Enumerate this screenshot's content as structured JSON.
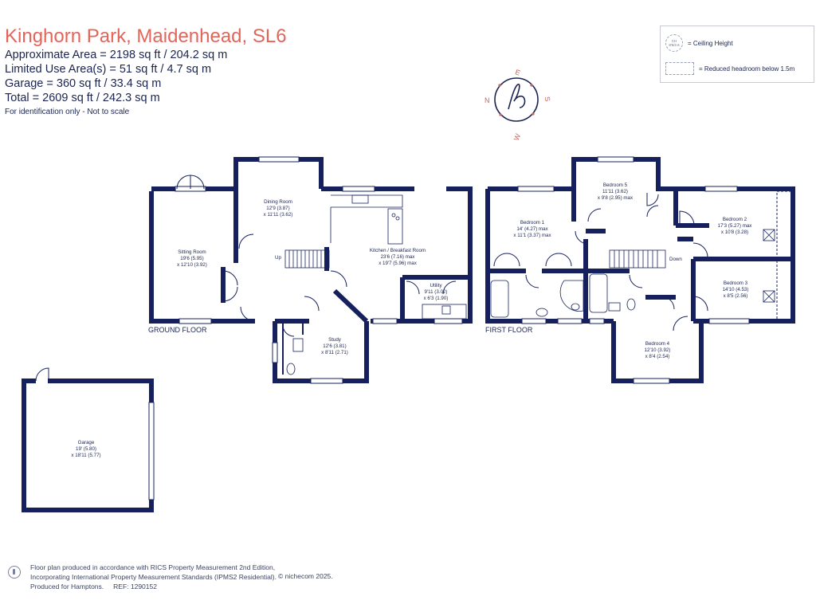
{
  "header": {
    "title": "Kinghorn Park, Maidenhead, SL6",
    "area_lines": [
      "Approximate Area = 2198 sq ft / 204.2 sq m",
      "Limited Use Area(s) = 51 sq ft / 4.7 sq m",
      "Garage = 360 sq ft / 33.4 sq m",
      "Total = 2609 sq ft / 242.3 sq m"
    ],
    "note": "For identification only - Not to scale"
  },
  "compass": {
    "n": "N",
    "e": "E",
    "s": "S",
    "w": "W"
  },
  "legend": {
    "ch_symbol_top": "CH",
    "ch_symbol_bottom": "8'5/2.6",
    "ceiling_height": "= Ceiling Height",
    "reduced_headroom": "= Reduced headroom below 1.5m"
  },
  "ground_floor": {
    "label": "GROUND FLOOR",
    "rooms": {
      "sitting": {
        "name": "Sitting Room",
        "d1": "19'6 (5.95)",
        "d2": "x 12'10 (3.92)"
      },
      "dining": {
        "name": "Dining Room",
        "d1": "12'9 (3.87)",
        "d2": "x 11'11 (3.62)"
      },
      "kitchen": {
        "name": "Kitchen / Breakfast Room",
        "d1": "23'6 (7.16) max",
        "d2": "x 19'7 (5.96) max"
      },
      "utility": {
        "name": "Utility",
        "d1": "9'11 (3.02)",
        "d2": "x 6'3 (1.90)"
      },
      "study": {
        "name": "Study",
        "d1": "12'6 (3.81)",
        "d2": "x 8'11 (2.71)"
      }
    },
    "stairs_label": "Up"
  },
  "first_floor": {
    "label": "FIRST FLOOR",
    "rooms": {
      "bed1": {
        "name": "Bedroom 1",
        "d1": "14' (4.27) max",
        "d2": "x 11'1 (3.37) max"
      },
      "bed5": {
        "name": "Bedroom 5",
        "d1": "11'11 (3.62)",
        "d2": "x 9'8 (2.95) max"
      },
      "bed2": {
        "name": "Bedroom 2",
        "d1": "17'3 (5.27) max",
        "d2": "x 10'8 (3.28)"
      },
      "bed3": {
        "name": "Bedroom 3",
        "d1": "14'10 (4.53)",
        "d2": "x 8'5 (2.56)"
      },
      "bed4": {
        "name": "Bedroom 4",
        "d1": "12'10 (3.92)",
        "d2": "x 8'4 (2.54)"
      }
    },
    "stairs_label": "Down"
  },
  "garage": {
    "name": "Garage",
    "d1": "19' (5.80)",
    "d2": "x 18'11 (5.77)"
  },
  "footer": {
    "line1": "Floor plan produced in accordance with RICS Property Measurement 2nd Edition,",
    "line2": "Incorporating International Property Measurement Standards (IPMS2 Residential).",
    "copyright": "© nichecom 2025.",
    "line3": "Produced for Hamptons.",
    "ref": "REF:  1290152"
  },
  "colors": {
    "wall": "#16205c",
    "title": "#e2655a",
    "text": "#1b2450",
    "compass": "#c7655f"
  }
}
